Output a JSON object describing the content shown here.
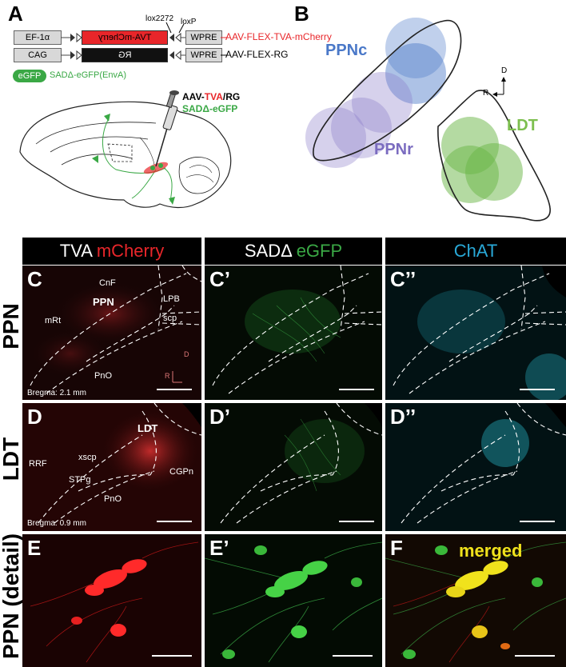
{
  "panels": {
    "A": "A",
    "B": "B",
    "C": "C",
    "C1": "C’",
    "C2": "C’’",
    "D": "D",
    "D1": "D’",
    "D2": "D’’",
    "E": "E",
    "E1": "E’",
    "F": "F"
  },
  "panel_a": {
    "row1": {
      "promoter": "EF-1α",
      "gene": "TVA-mCherry",
      "wpre": "WPRE",
      "name": "AAV-FLEX-TVA-mCherry"
    },
    "row2": {
      "promoter": "CAG",
      "gene": "RG",
      "wpre": "WPRE",
      "name": "AAV-FLEX-RG"
    },
    "lox1": "lox2272",
    "lox2": "loxP",
    "egfp_badge": "eGFP",
    "egfp_text": "SADΔ-eGFP(EnvA)",
    "inject_label_prefix": "AAV-",
    "inject_label_tva": "TVA",
    "inject_label_suffix": "/RG",
    "inject_label2": "SADΔ-eGFP"
  },
  "panel_b": {
    "ppnc": "PPNc",
    "ppnr": "PPNr",
    "ldt": "LDT",
    "axis_d": "D",
    "axis_r": "R"
  },
  "headers": {
    "col1_a": "TVA ",
    "col1_b": "mCherry",
    "col2_a": "SADΔ ",
    "col2_b": "eGFP",
    "col3": "ChAT"
  },
  "row_labels": {
    "ppn": "PPN",
    "ldt": "LDT",
    "detail": "PPN (detail)"
  },
  "panel_c": {
    "cnf": "CnF",
    "ppn": "PPN",
    "lpb": "LPB",
    "mrt": "mRt",
    "scp": "scp",
    "pno": "PnO",
    "bregma": "Bregma: 2.1 mm",
    "axis_d": "D",
    "axis_r": "R"
  },
  "panel_d": {
    "ldt": "LDT",
    "rrf": "RRF",
    "xscp": "xscp",
    "stpg": "STPg",
    "cgpn": "CGPn",
    "pno": "PnO",
    "bregma": "Bregma: 0.9 mm"
  },
  "panel_f": {
    "merged": "merged"
  },
  "colors": {
    "red": "#e8262a",
    "green": "#3aa845",
    "cyan": "#29a9d8",
    "ppnc_blue": "#4a78c8",
    "ppnr_purple": "#7b6cc0",
    "ldt_green": "#7dbf4f",
    "merged_yellow": "#f0e21c"
  }
}
